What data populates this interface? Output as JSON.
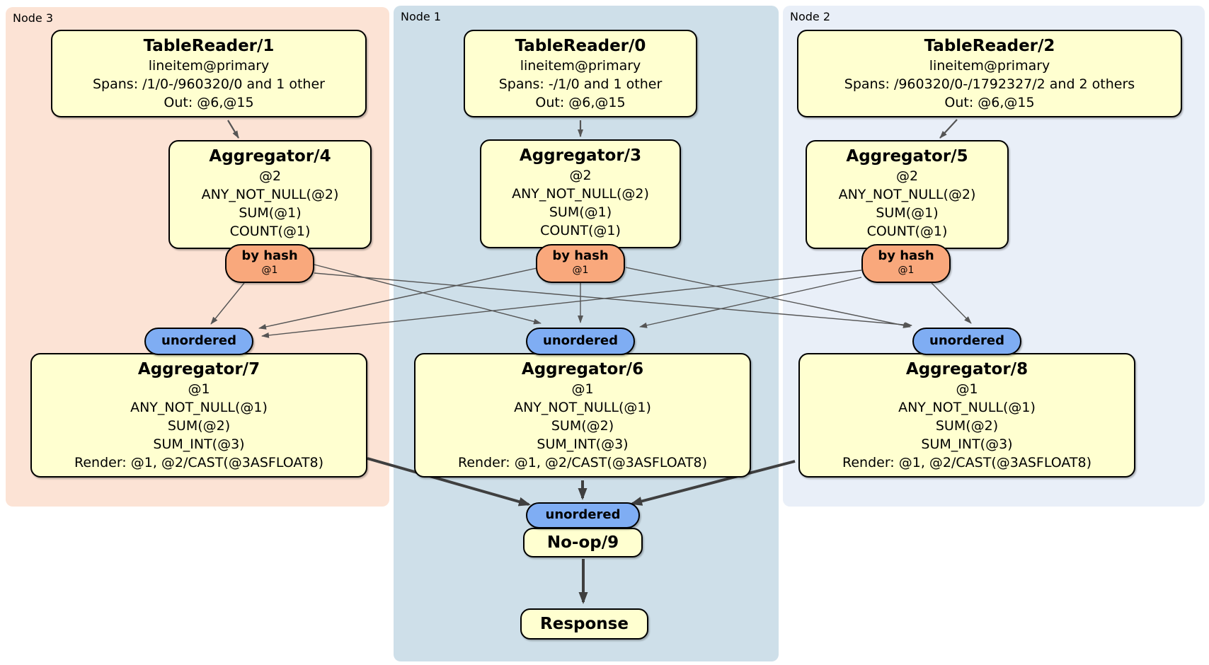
{
  "regions": [
    {
      "label": "Node 3",
      "color": "#fce3d5"
    },
    {
      "label": "Node 1",
      "color": "#cedfe9"
    },
    {
      "label": "Node 2",
      "color": "#e9eff8"
    }
  ],
  "colors": {
    "canvas_bg": "#ffffff",
    "region_node3": "#fce3d5",
    "region_node1": "#cedfe9",
    "region_node2": "#e9eff8",
    "box_fill": "#ffffd0",
    "box_border": "#000000",
    "router_fill": "#f9a87c",
    "sync_fill": "#7fadf3",
    "edge_thin": "#555555",
    "edge_thick": "#3f3f3f"
  },
  "nodes": {
    "tr1": {
      "title": "TableReader/1",
      "lines": [
        "lineitem@primary",
        "Spans: /1/0-/960320/0 and 1 other",
        "Out: @6,@15"
      ]
    },
    "tr0": {
      "title": "TableReader/0",
      "lines": [
        "lineitem@primary",
        "Spans: -/1/0 and 1 other",
        "Out: @6,@15"
      ]
    },
    "tr2": {
      "title": "TableReader/2",
      "lines": [
        "lineitem@primary",
        "Spans: /960320/0-/1792327/2 and 2 others",
        "Out: @6,@15"
      ]
    },
    "agg4": {
      "title": "Aggregator/4",
      "lines": [
        "@2",
        "ANY_NOT_NULL(@2)",
        "SUM(@1)",
        "COUNT(@1)"
      ]
    },
    "agg3": {
      "title": "Aggregator/3",
      "lines": [
        "@2",
        "ANY_NOT_NULL(@2)",
        "SUM(@1)",
        "COUNT(@1)"
      ]
    },
    "agg5": {
      "title": "Aggregator/5",
      "lines": [
        "@2",
        "ANY_NOT_NULL(@2)",
        "SUM(@1)",
        "COUNT(@1)"
      ]
    },
    "agg7": {
      "title": "Aggregator/7",
      "lines": [
        "@1",
        "ANY_NOT_NULL(@1)",
        "SUM(@2)",
        "SUM_INT(@3)",
        "Render: @1, @2/CAST(@3ASFLOAT8)"
      ]
    },
    "agg6": {
      "title": "Aggregator/6",
      "lines": [
        "@1",
        "ANY_NOT_NULL(@1)",
        "SUM(@2)",
        "SUM_INT(@3)",
        "Render: @1, @2/CAST(@3ASFLOAT8)"
      ]
    },
    "agg8": {
      "title": "Aggregator/8",
      "lines": [
        "@1",
        "ANY_NOT_NULL(@1)",
        "SUM(@2)",
        "SUM_INT(@3)",
        "Render: @1, @2/CAST(@3ASFLOAT8)"
      ]
    },
    "noop": {
      "title": "No-op/9"
    },
    "response": {
      "title": "Response"
    }
  },
  "routers": {
    "by_hash_label": "by hash",
    "by_hash_sub": "@1",
    "unordered_label": "unordered"
  }
}
